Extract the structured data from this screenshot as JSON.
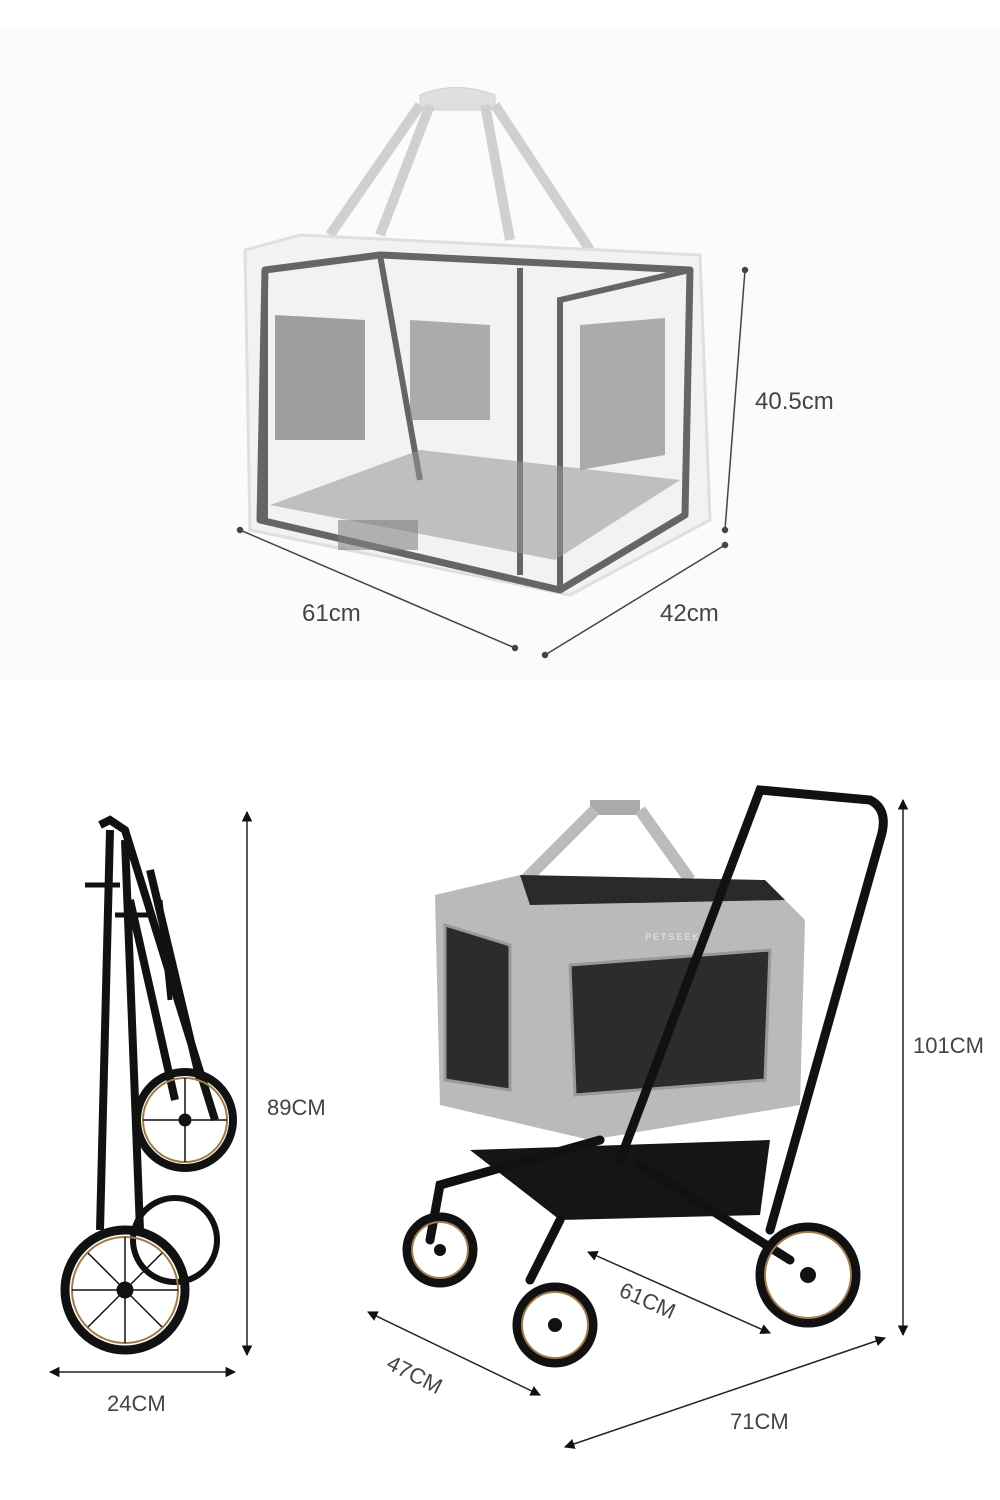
{
  "brand_logo": "PETSEEK",
  "carrier": {
    "height_label": "40.5cm",
    "length_label": "61cm",
    "width_label": "42cm"
  },
  "folded_stroller": {
    "height_label": "89CM",
    "width_label": "24CM"
  },
  "stroller": {
    "height_label": "101CM",
    "front_width_label": "47CM",
    "carrier_length_label": "61CM",
    "overall_length_label": "71CM"
  },
  "colors": {
    "fabric": "#b9babc",
    "frame": "#1a1a1a",
    "mesh": "#2c2c2c",
    "label_text": "#444444"
  }
}
